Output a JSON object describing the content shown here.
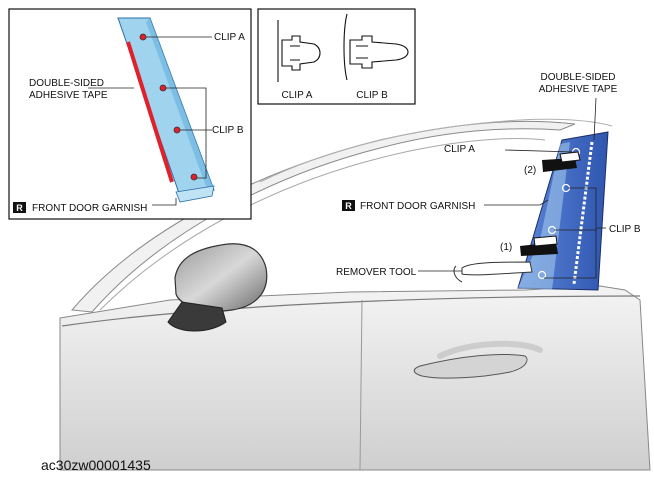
{
  "inset_left": {
    "clip_a": "CLIP A",
    "tape": [
      "DOUBLE-SIDED",
      "ADHESIVE TAPE"
    ],
    "clip_b": "CLIP B",
    "r_badge": "R",
    "garnish": "FRONT DOOR GARNISH"
  },
  "inset_top": {
    "clip_a": "CLIP A",
    "clip_b": "CLIP B"
  },
  "main": {
    "tape": [
      "DOUBLE-SIDED",
      "ADHESIVE TAPE"
    ],
    "clip_a": "CLIP A",
    "step2": "(2)",
    "r_badge": "R",
    "garnish": "FRONT DOOR GARNISH",
    "clip_b": "CLIP B",
    "step1": "(1)",
    "remover": "REMOVER TOOL"
  },
  "reference_code": "ac30zw00001435",
  "colors": {
    "garnish_fill": "#3f6fc8",
    "garnish_light": "#9fd3ee",
    "tape_red": "#e0202a",
    "outline": "#222222"
  }
}
